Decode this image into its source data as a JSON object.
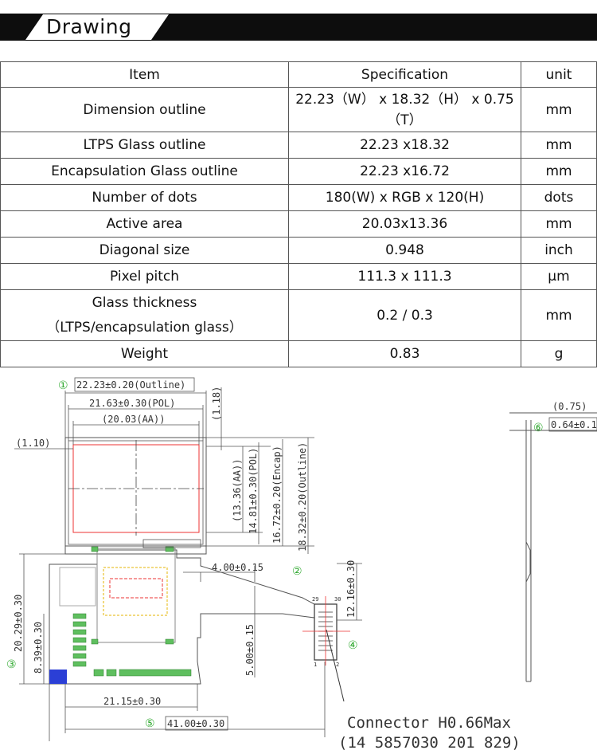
{
  "header": {
    "title": "Drawing"
  },
  "table": {
    "headers": [
      "Item",
      "Specification",
      "unit"
    ],
    "rows": [
      {
        "item": "Dimension outline",
        "spec": "22.23（W） x 18.32（H） x 0.75（T）",
        "unit": "mm"
      },
      {
        "item": "LTPS Glass outline",
        "spec": "22.23 x18.32",
        "unit": "mm"
      },
      {
        "item": "Encapsulation Glass outline",
        "spec": "22.23 x16.72",
        "unit": "mm"
      },
      {
        "item": "Number of dots",
        "spec": "180(W) x RGB x 120(H)",
        "unit": "dots"
      },
      {
        "item": "Active area",
        "spec": "20.03x13.36",
        "unit": "mm"
      },
      {
        "item": "Diagonal size",
        "spec": "0.948",
        "unit": "inch"
      },
      {
        "item": "Pixel pitch",
        "spec": "111.3 x 111.3",
        "unit": "µm"
      },
      {
        "item": "Glass thickness（LTPS/encapsulation glass）",
        "item_line1": "Glass thickness",
        "item_line2": "（LTPS/encapsulation glass）",
        "spec": "0.2 / 0.3",
        "unit": "mm"
      },
      {
        "item": "Weight",
        "spec": "0.83",
        "unit": "g"
      }
    ]
  },
  "drawing": {
    "dims": {
      "outline_w": "22.23±0.20(Outline)",
      "pol_w": "21.63±0.30(POL)",
      "aa_w": "(20.03(AA))",
      "top_gap": "(1.18)",
      "left_gap": "(1.10)",
      "aa_h": "(13.36(AA))",
      "pol_h": "14.81±0.30(POL)",
      "encap_h": "16.72±0.20(Encap)",
      "outline_h": "18.32±0.20(Outline)",
      "fpc_offset": "4.00±0.15",
      "conn_h": "12.16±0.30",
      "fpc_total_h": "20.29±0.30",
      "fpc_lower_h": "8.39±0.30",
      "fpc_mid_h": "5.00±0.15",
      "fpc_w": "21.15±0.30",
      "total_w": "41.00±0.30",
      "thickness_total": "(0.75)",
      "thickness_glass": "0.64±0.1"
    },
    "markers": [
      "①",
      "②",
      "③",
      "④",
      "⑤",
      "⑥"
    ],
    "pins": {
      "p29": "29",
      "p30": "30",
      "p1": "1",
      "p2": "2"
    },
    "connector": {
      "line1": "Connector H0.66Max",
      "line2": "(14 5857030 201 829)"
    }
  }
}
